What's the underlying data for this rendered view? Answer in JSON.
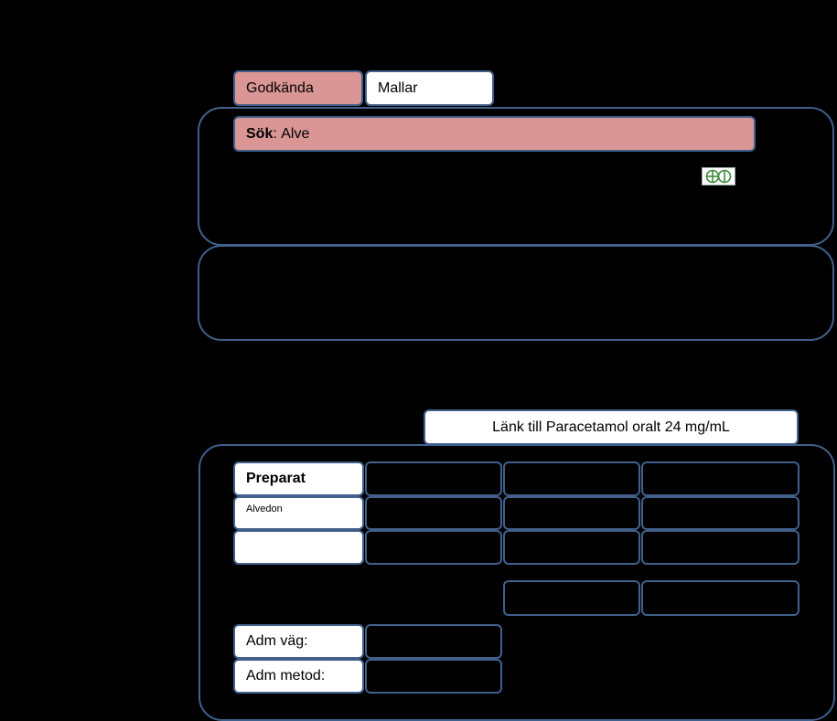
{
  "tabs": {
    "approved": "Godkända",
    "templates": "Mallar"
  },
  "search": {
    "label": "Sök",
    "separator": ":",
    "query": "Alve"
  },
  "icons": {
    "action": "add-circle-icon"
  },
  "link": {
    "label": "Länk till Paracetamol oralt 24 mg/mL"
  },
  "table": {
    "header": "Preparat",
    "rows": [
      "Alvedon",
      ""
    ]
  },
  "admin": {
    "route_label": "Adm väg:",
    "method_label": "Adm metod:"
  },
  "colors": {
    "accent": "#d99694",
    "border": "#41608c",
    "icon_green": "#3a8a3a"
  }
}
